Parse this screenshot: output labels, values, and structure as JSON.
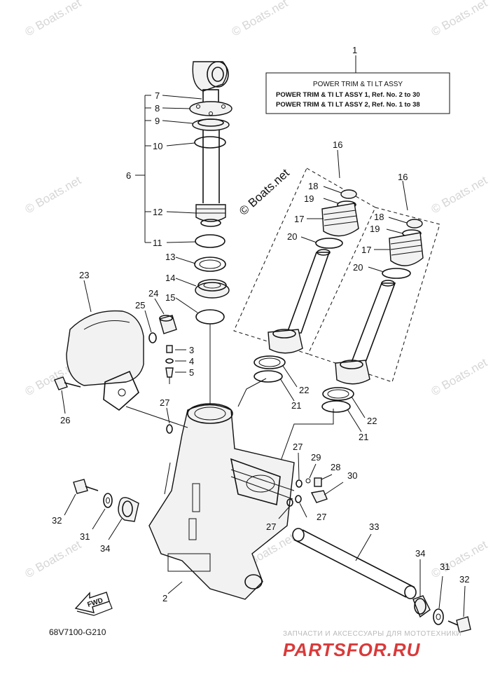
{
  "watermark": {
    "text": "© Boats.net"
  },
  "info_box": {
    "title": "POWER TRIM & TI LT ASSY",
    "line1": "POWER TRIM & TI LT ASSY 1,   Ref. No. 2 to 30",
    "line2": "POWER TRIM & TI LT ASSY 2,   Ref. No. 1 to 38"
  },
  "part_numbers": {
    "p1": "1",
    "p2": "2",
    "p3": "3",
    "p4": "4",
    "p5": "5",
    "p6": "6",
    "p7": "7",
    "p8": "8",
    "p9": "9",
    "p10": "10",
    "p11": "11",
    "p12": "12",
    "p13": "13",
    "p14": "14",
    "p15": "15",
    "p16": "16",
    "p17": "17",
    "p18": "18",
    "p19": "19",
    "p20": "20",
    "p21": "21",
    "p22": "22",
    "p23": "23",
    "p24": "24",
    "p25": "25",
    "p26": "26",
    "p27": "27",
    "p28": "28",
    "p29": "29",
    "p30": "30",
    "p31": "31",
    "p32": "32",
    "p33": "33",
    "p34": "34"
  },
  "fwd_label": "FWD",
  "diagram_code": "68V7100-G210",
  "brand": {
    "tagline": "ЗАПЧАСТИ И АКСЕССУАРЫ ДЛЯ МОТОТЕХНИКИ",
    "logo": "PARTSFOR.RU"
  },
  "colors": {
    "line": "#111111",
    "watermark": "#d6d6d6",
    "brand_red": "#d93a3a",
    "background": "#ffffff"
  }
}
